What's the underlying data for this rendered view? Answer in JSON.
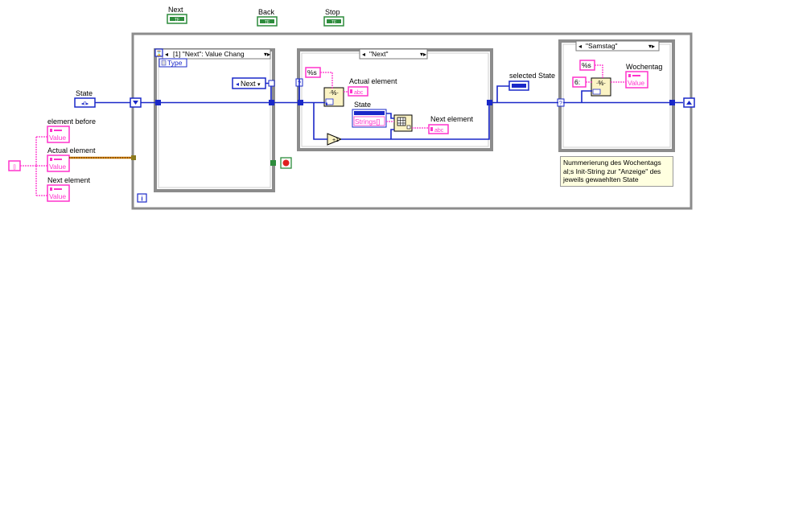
{
  "controls": {
    "next_label": "Next",
    "back_label": "Back",
    "stop_label": "Stop",
    "bool_glyph": "TF"
  },
  "left": {
    "state_label": "State",
    "element_before_label": "element before",
    "actual_element_label": "Actual element",
    "next_element_label": "Next element",
    "value_text": "Value",
    "empty_array_glyph": "[]",
    "enum_glyph": "◂0▸"
  },
  "event_structure": {
    "selector": "[1] \"Next\": Value Chang",
    "type_label": "Type",
    "next_enum": "Next",
    "iteration_glyph": "i"
  },
  "case_next": {
    "selector": "\"Next\"",
    "format_string": "%s",
    "actual_element_label": "Actual element",
    "state_label": "State",
    "strings_label": "Strings[]",
    "next_element_label": "Next element",
    "abc_glyph": "abc"
  },
  "right": {
    "selected_state_label": "selected State",
    "case_selector": "\"Samstag\"",
    "format_string": "%s",
    "index_constant": "6:",
    "wochentag_label": "Wochentag",
    "value_text": "Value",
    "comment": "Nummerierung des Wochentags al;s Init-String zur \"Anzeige\" des jeweils gewaehlten State"
  },
  "colors": {
    "wire_blue": "#1a28c8",
    "wire_pink": "#ff33cc",
    "boolean_green": "#2d8c3c",
    "frame_gray": "#8c8c8c",
    "numeric_orange": "#c87800"
  }
}
